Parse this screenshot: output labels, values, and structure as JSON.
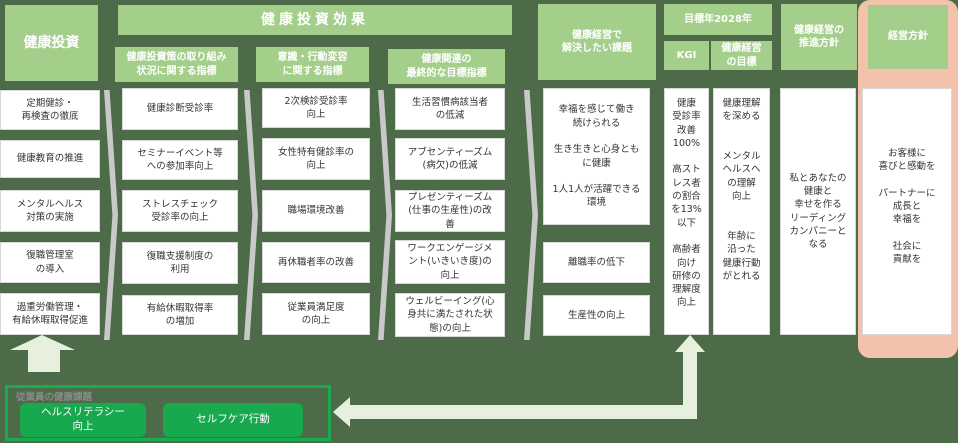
{
  "investment": {
    "header": "健康投資",
    "items": [
      "定期健診・\n再検査の徹底",
      "健康教育の推進",
      "メンタルヘルス\n対策の実施",
      "復職管理室\nの導入",
      "過重労働管理・\n有給休暇取得促進"
    ]
  },
  "effects": {
    "header": "健康投資効果",
    "col1": {
      "header": "健康投資策の取り組み\n状況に関する指標",
      "items": [
        "健康診断受診率",
        "セミナーイベント等\nへの参加率向上",
        "ストレスチェック\n受診率の向上",
        "復職支援制度の\n利用",
        "有給休暇取得率\nの増加"
      ]
    },
    "col2": {
      "header": "意識・行動変容\nに関する指標",
      "items": [
        "2次検診受診率\n向上",
        "女性特有健診率の\n向上",
        "職場環境改善",
        "再休職者率の改善",
        "従業員満足度\nの向上"
      ]
    },
    "col3": {
      "header": "健康関連の\n最終的な目標指標",
      "items": [
        "生活習慣病該当者\nの低減",
        "アブセンティーズム\n(病欠)の低減",
        "プレゼンティーズム\n(仕事の生産性)の改\n善",
        "ワークエンゲージメ\nント(いきいき度)の\n向上",
        "ウェルビーイング(心\n身共に満たされた状\n態)の向上"
      ]
    }
  },
  "issues": {
    "header": "健康経営で\n解決したい課題",
    "items": [
      "幸福を感じて働き\n続けられる\n\n生き生きと心身とも\nに健康\n\n1人1人が活躍できる\n環境",
      "離職率の低下",
      "生産性の向上"
    ]
  },
  "target": {
    "header": "目標年2028年",
    "kgi_label": "KGI",
    "goal_label": "健康経営\nの目標",
    "kgi": "健康\n受診率\n改善\n100%\n\n高スト\nレス者\nの割合\nを13%\n以下\n\n高齢者\n向け\n研修の\n理解度\n向上",
    "goal": "健康理解\nを深める\n\n\nメンタル\nヘルスへ\nの理解\n向上\n\n\n年齢に\n沿った\n健康行動\nがとれる"
  },
  "promotion": {
    "header": "健康経営の\n推進方針",
    "text": "私とあなたの\n健康と\n幸せを作る\nリーディング\nカンパニーと\nなる"
  },
  "policy": {
    "header": "経営方針",
    "text": "お客様に\n喜びと感動を\n\nパートナーに\n成長と\n幸福を\n\n社会に\n貢献を"
  },
  "employee": {
    "title": "従業員の健康課題",
    "items": [
      "ヘルスリテラシー\n向上",
      "セルフケア行動"
    ]
  }
}
